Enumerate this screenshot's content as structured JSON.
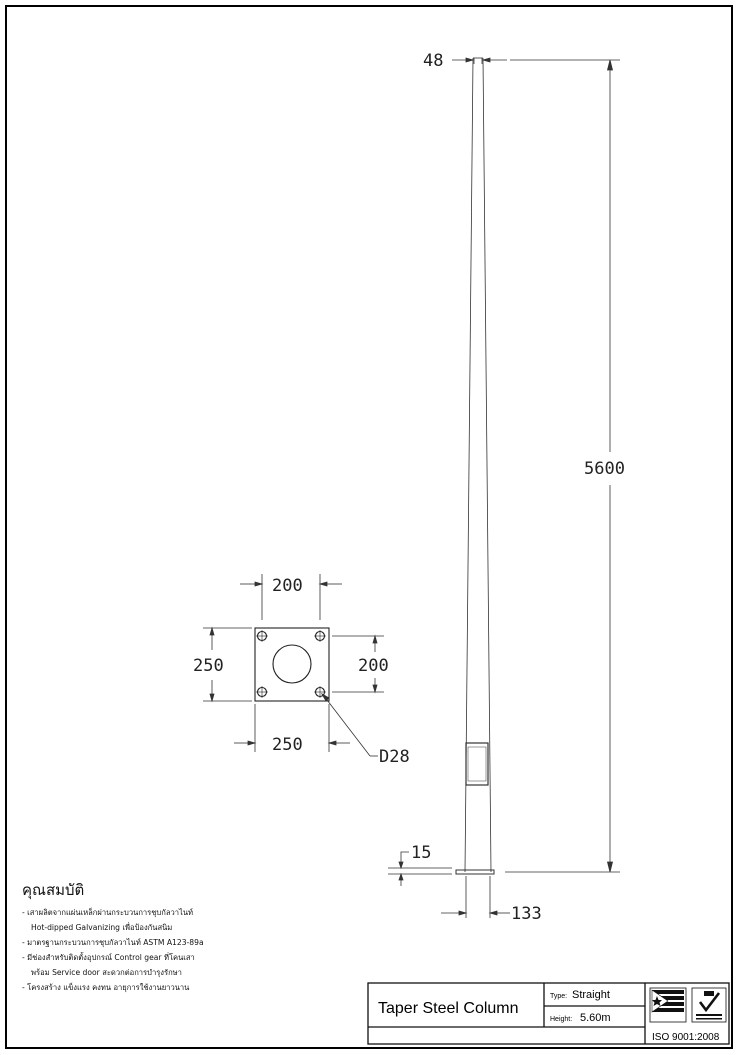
{
  "dimensions": {
    "top_width": "48",
    "height": "5600",
    "base_plate_thickness": "15",
    "base_diameter": "133",
    "plate_bolt_spacing_x": "200",
    "plate_width": "250",
    "plate_height": "250",
    "plate_bolt_spacing_y": "200",
    "bolt_hole": "D28"
  },
  "specs": {
    "title": "คุณสมบัติ",
    "items": [
      "- เสาผลิตจากแผ่นเหล็กผ่านกระบวนการชุบกัลวาไนท์",
      "Hot-dipped Galvanizing เพื่อป้องกันสนิม",
      "- มาตรฐานกระบวนการชุบกัลวาไนท์ ASTM A123-89a",
      "- มีช่องสำหรับติดตั้งอุปกรณ์ Control gear ที่โคนเสา",
      "พร้อม Service door สะดวกต่อการบำรุงรักษา",
      "- โครงสร้าง แข็งแรง คงทน อายุการใช้งานยาวนาน"
    ]
  },
  "title_block": {
    "name": "Taper Steel Column",
    "type_label": "Type:",
    "type_value": "Straight",
    "height_label": "Height:",
    "height_value": "5.60m",
    "cert": "ISO 9001:2008"
  }
}
